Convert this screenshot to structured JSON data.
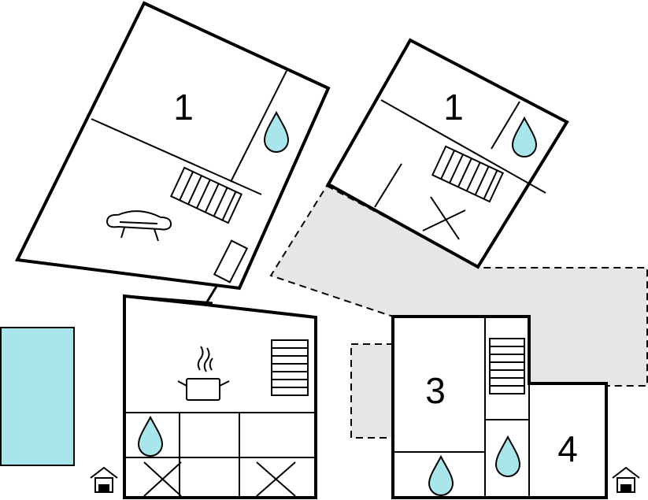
{
  "floor_plan": {
    "colors": {
      "wall": "#000000",
      "background": "#ffffff",
      "terrace": "#e6e6e6",
      "pool": "#a8e6ec",
      "water_drop": "#a8e6ec"
    },
    "rooms": [
      {
        "id": "room-a",
        "label": "1"
      },
      {
        "id": "room-b",
        "label": "1"
      },
      {
        "id": "room-c",
        "label": "3"
      },
      {
        "id": "room-d",
        "label": "4"
      }
    ],
    "icons": [
      "water-drop-icon",
      "stairs-icon",
      "armchair-icon",
      "cooking-pot-icon",
      "entrance-house-icon",
      "pool-icon"
    ]
  }
}
